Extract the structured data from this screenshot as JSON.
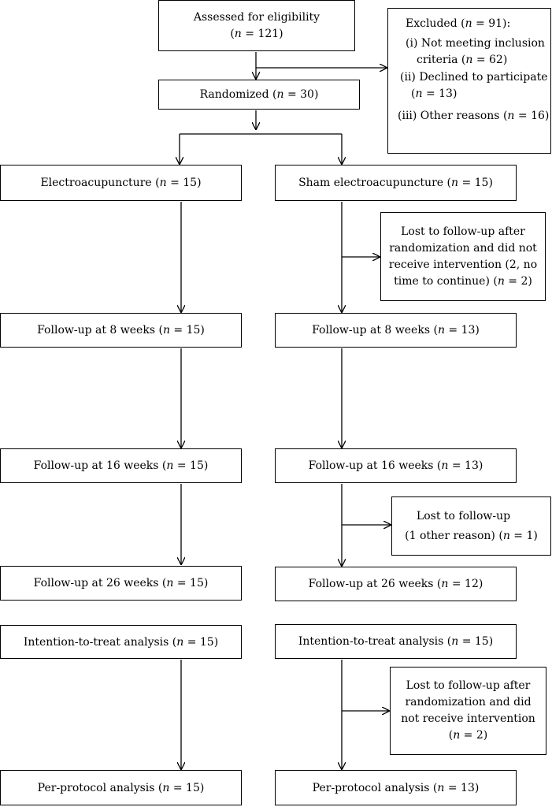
{
  "flow": {
    "assessed": {
      "line1": "Assessed for eligibility",
      "line2": "(n = 121)"
    },
    "excluded": {
      "title": "Excluded (n = 91):",
      "lines": [
        "(i) Not meeting inclusion",
        "criteria (n = 62)",
        "(ii) Declined to participate",
        "(n = 13)",
        "(iii) Other reasons (n = 16)"
      ]
    },
    "randomized": "Randomized (n = 30)",
    "left": {
      "arm": "Electroacupuncture (n = 15)",
      "fu8": "Follow-up at 8 weeks (n = 15)",
      "fu16": "Follow-up at 16 weeks (n = 15)",
      "fu26": "Follow-up at 26 weeks (n = 15)",
      "itt": "Intention-to-treat analysis (n = 15)",
      "pp": "Per-protocol analysis (n = 15)"
    },
    "right": {
      "arm": "Sham electroacupuncture (n = 15)",
      "fu8": "Follow-up at 8 weeks (n = 13)",
      "fu16": "Follow-up at 16 weeks (n = 13)",
      "fu26": "Follow-up at 26 weeks (n = 12)",
      "itt": "Intention-to-treat analysis (n = 15)",
      "pp": "Per-protocol analysis (n = 13)"
    },
    "lost1": [
      "Lost to follow-up after",
      "randomization and did not",
      "receive intervention (2, no",
      "time to continue) (n = 2)"
    ],
    "lost2": [
      "Lost to follow-up",
      "(1 other reason) (n = 1)"
    ],
    "lost3": [
      "Lost to follow-up after",
      "randomization and did",
      "not receive intervention",
      "(n = 2)"
    ]
  }
}
